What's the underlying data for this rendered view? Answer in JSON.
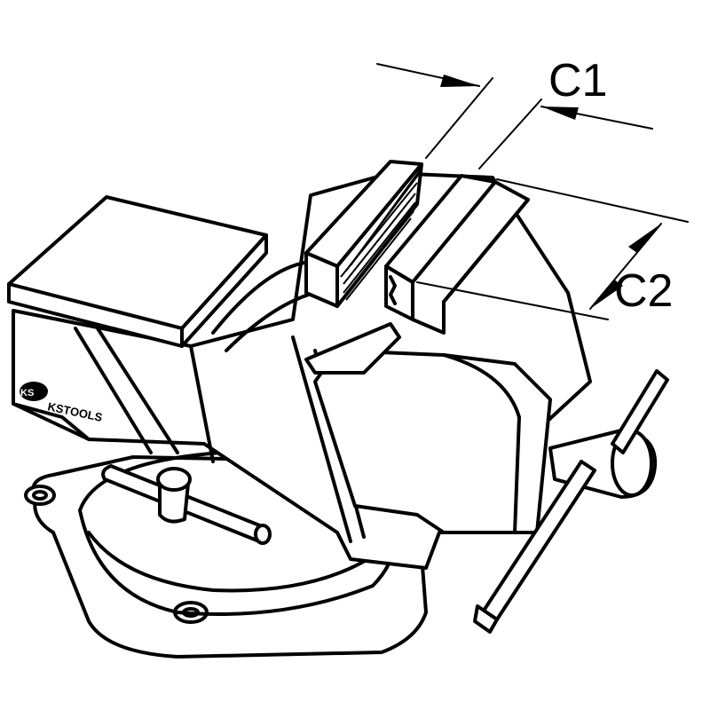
{
  "dimensions": {
    "c1_label": "C1",
    "c2_label": "C2"
  },
  "brand": {
    "logo_text": "KSTOOLS"
  },
  "colors": {
    "ink": "#000000",
    "paper": "#ffffff"
  }
}
